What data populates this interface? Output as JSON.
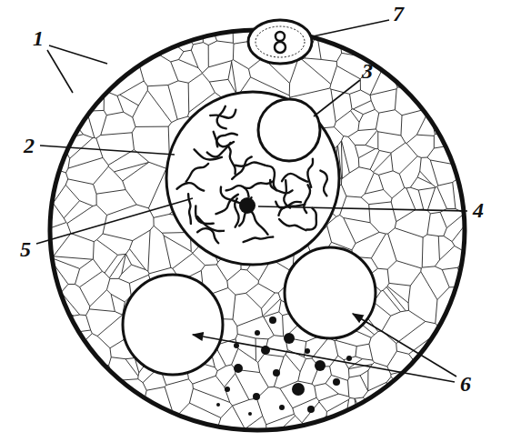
{
  "diagram": {
    "labels": [
      "1",
      "2",
      "3",
      "4",
      "5",
      "6",
      "7"
    ]
  }
}
